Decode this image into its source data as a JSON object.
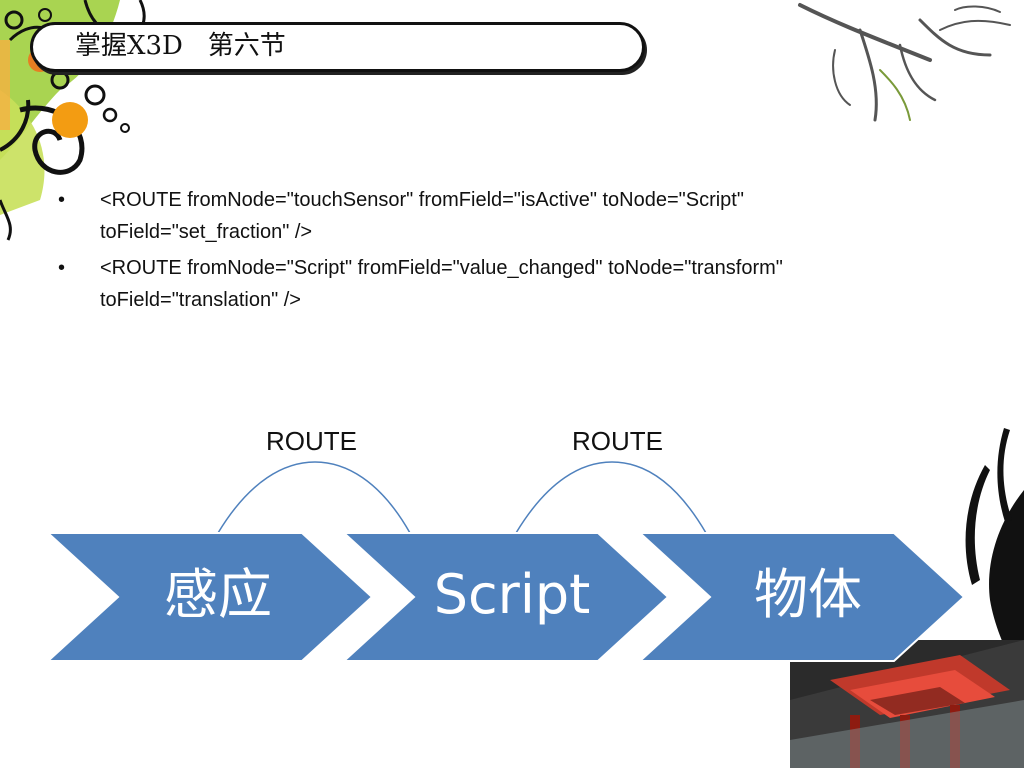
{
  "header": {
    "title": "掌握X3D   第六节"
  },
  "bullets": [
    {
      "marker": "•",
      "text": "<ROUTE fromNode=\"touchSensor\" fromField=\"isActive\" toNode=\"Script\" toField=\"set_fraction\" />"
    },
    {
      "marker": "•",
      "text": "<ROUTE fromNode=\"Script\"  fromField=\"value_changed\"  toNode=\"transform\" toField=\"translation\" />"
    }
  ],
  "diagram": {
    "route_labels": [
      "ROUTE",
      "ROUTE"
    ],
    "steps": [
      "感应",
      "Script",
      "物体"
    ],
    "colors": {
      "chevron_fill": "#4f81bd",
      "chevron_border": "#ffffff",
      "arc": "#4f81bd"
    }
  }
}
